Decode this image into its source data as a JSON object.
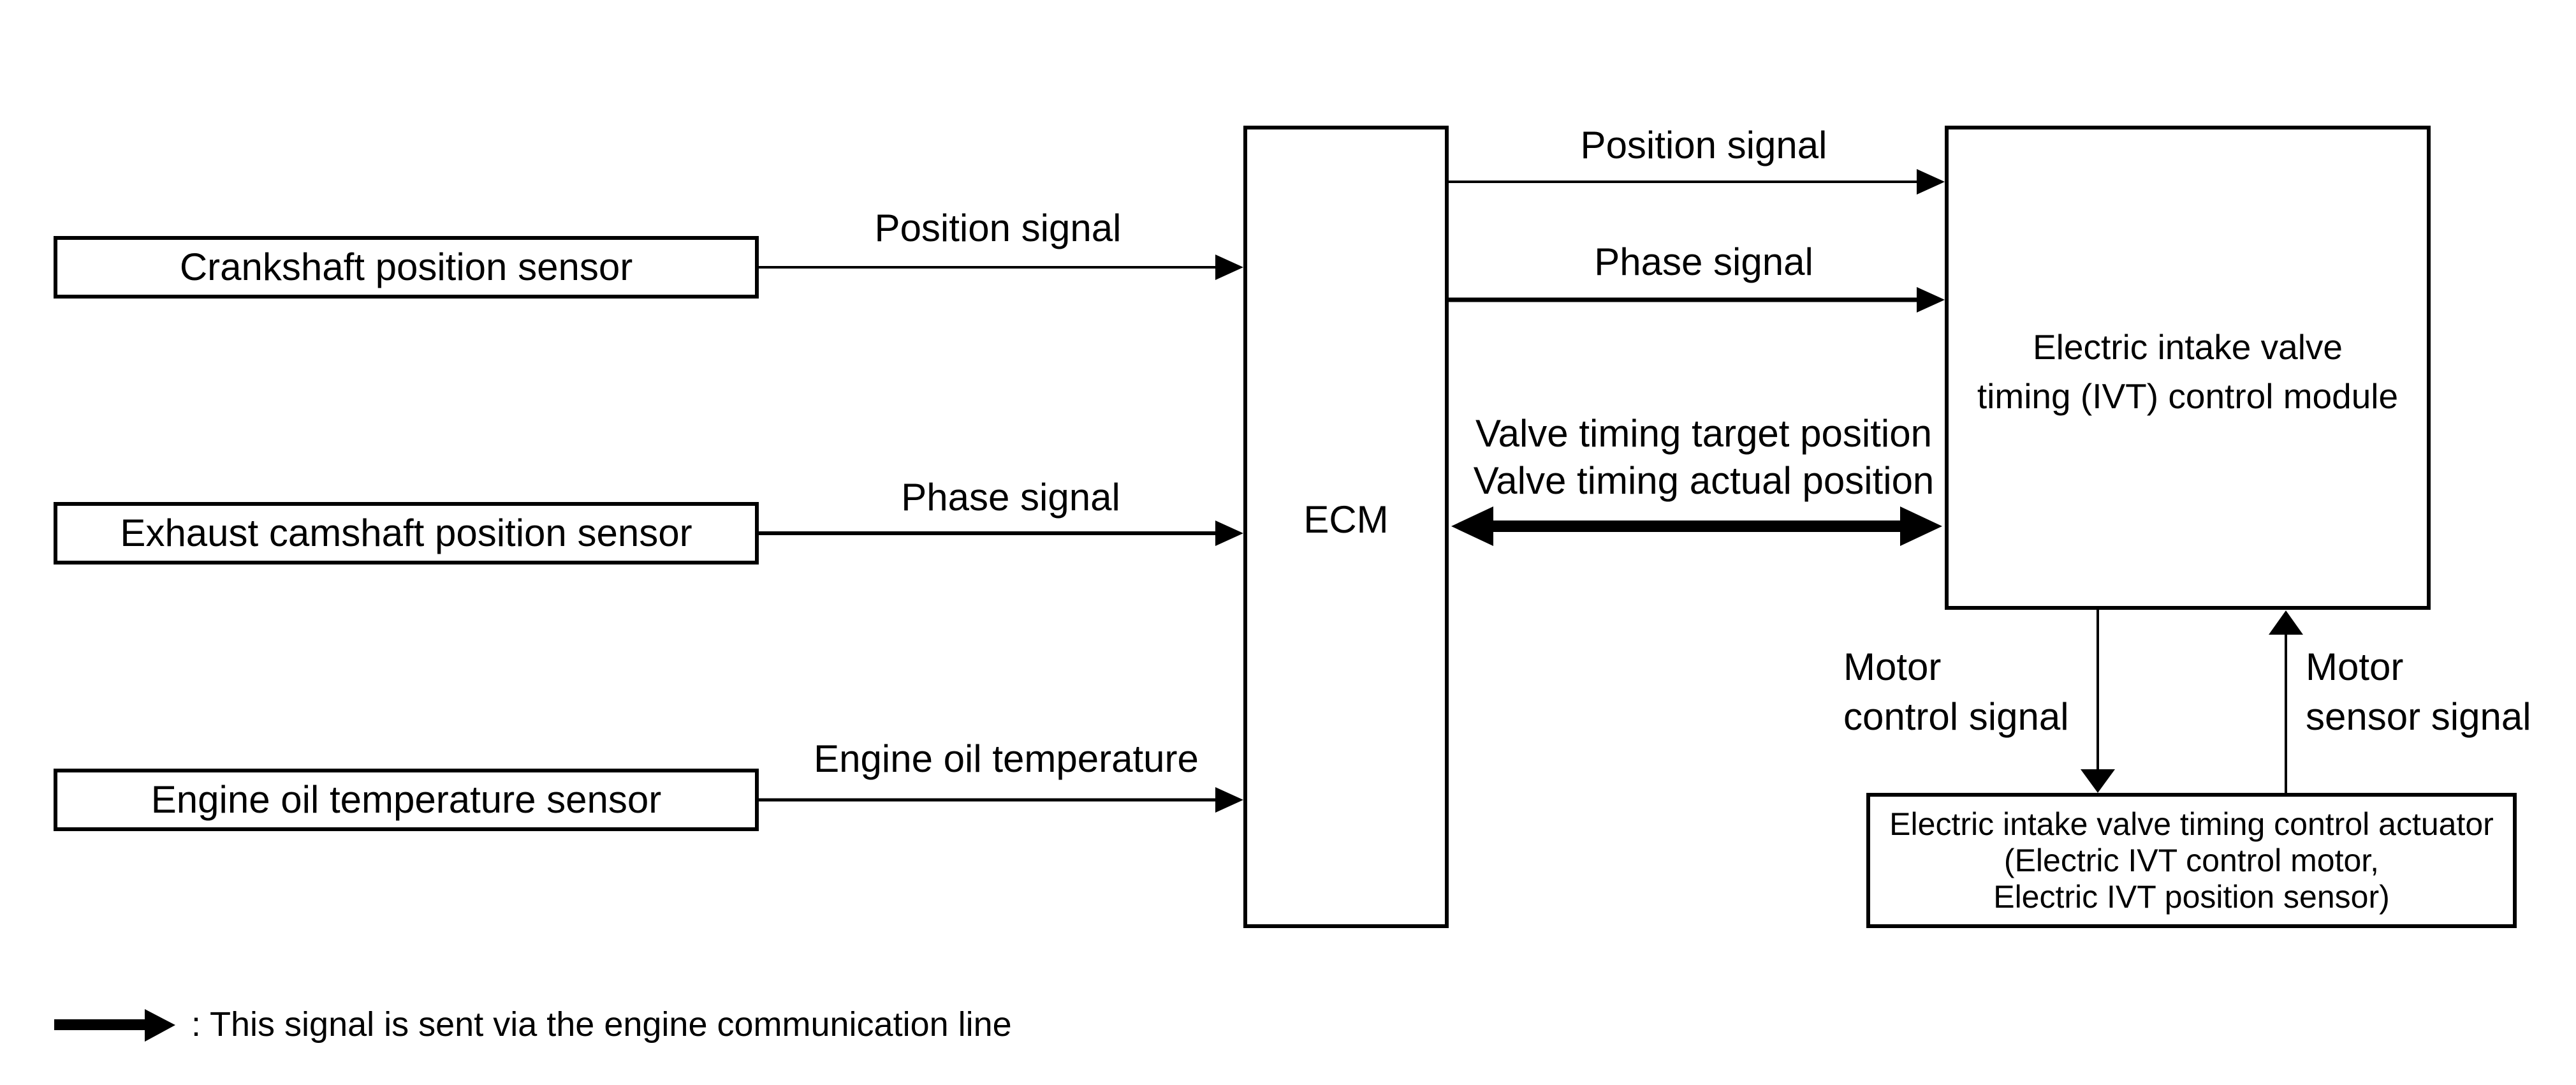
{
  "diagram": {
    "colors": {
      "ink": "#000000",
      "background": "#ffffff"
    },
    "sensors": [
      {
        "label": "Crankshaft position sensor",
        "signal": "Position signal"
      },
      {
        "label": "Exhaust camshaft position sensor",
        "signal": "Phase signal"
      },
      {
        "label": "Engine oil temperature sensor",
        "signal": "Engine oil temperature"
      }
    ],
    "ecm": {
      "label": "ECM"
    },
    "ivt_module": {
      "line1": "Electric intake valve",
      "line2": "timing (IVT) control module"
    },
    "ecm_module_links": {
      "position_signal": "Position signal",
      "phase_signal": "Phase signal",
      "bus_line1": "Valve timing target position",
      "bus_line2": "Valve timing actual position"
    },
    "motor_control": {
      "line1": "Motor",
      "line2": "control signal"
    },
    "motor_sensor": {
      "line1": "Motor",
      "line2": "sensor signal"
    },
    "actuator": {
      "line1": "Electric intake valve timing control actuator",
      "line2": "(Electric IVT control motor,",
      "line3": "Electric IVT position sensor)"
    },
    "legend": {
      "text": ": This signal is sent via the engine communication line"
    }
  }
}
